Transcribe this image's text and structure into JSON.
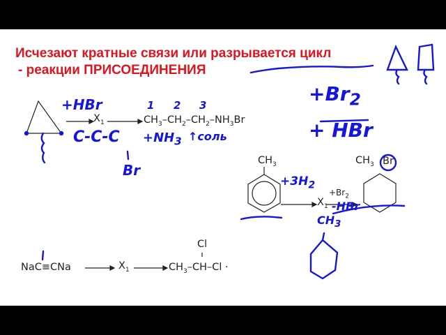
{
  "title": {
    "line1": "Исчезают кратные связи или разрывается цикл",
    "line2": "- реакции ПРИСОЕДИНЕНИЯ",
    "color": "#e0141e"
  },
  "reaction1": {
    "x1": "X",
    "x1_sub": "1",
    "product": [
      "CH",
      "3",
      "–CH",
      "2",
      "–CH",
      "2",
      "–NH",
      "3",
      "Br"
    ]
  },
  "reaction2": {
    "substituent": "CH",
    "substituent_sub": "3",
    "x1": "X",
    "x1_sub": "1",
    "reagent": "+Br",
    "reagent_sub": "2",
    "product_substituent": "CH",
    "product_substituent_sub": "3",
    "product_br": "Br"
  },
  "reaction3": {
    "reactant": "NaC≡CNa",
    "x1": "X",
    "x1_sub": "1",
    "product": [
      "CH",
      "3",
      "–CH–Cl ·"
    ],
    "top_cl": "Cl"
  },
  "handwriting": {
    "color": "#1515e0",
    "plus_hbr": "+HBr",
    "numbers": [
      "1",
      "2",
      "3"
    ],
    "chain": "C-C-C",
    "nh3": "+NH",
    "nh3_sub": "3",
    "salt": "↑соль",
    "br": "Br",
    "plus_br2": "+Br",
    "plus_br2_sub": "2",
    "plus_hbr2": "+ HBr",
    "plus_3h2": "+3H",
    "plus_3h2_sub": "2",
    "minus_hbr": "-HBr",
    "ch3": "CH",
    "ch3_sub": "3",
    "one": "1"
  }
}
